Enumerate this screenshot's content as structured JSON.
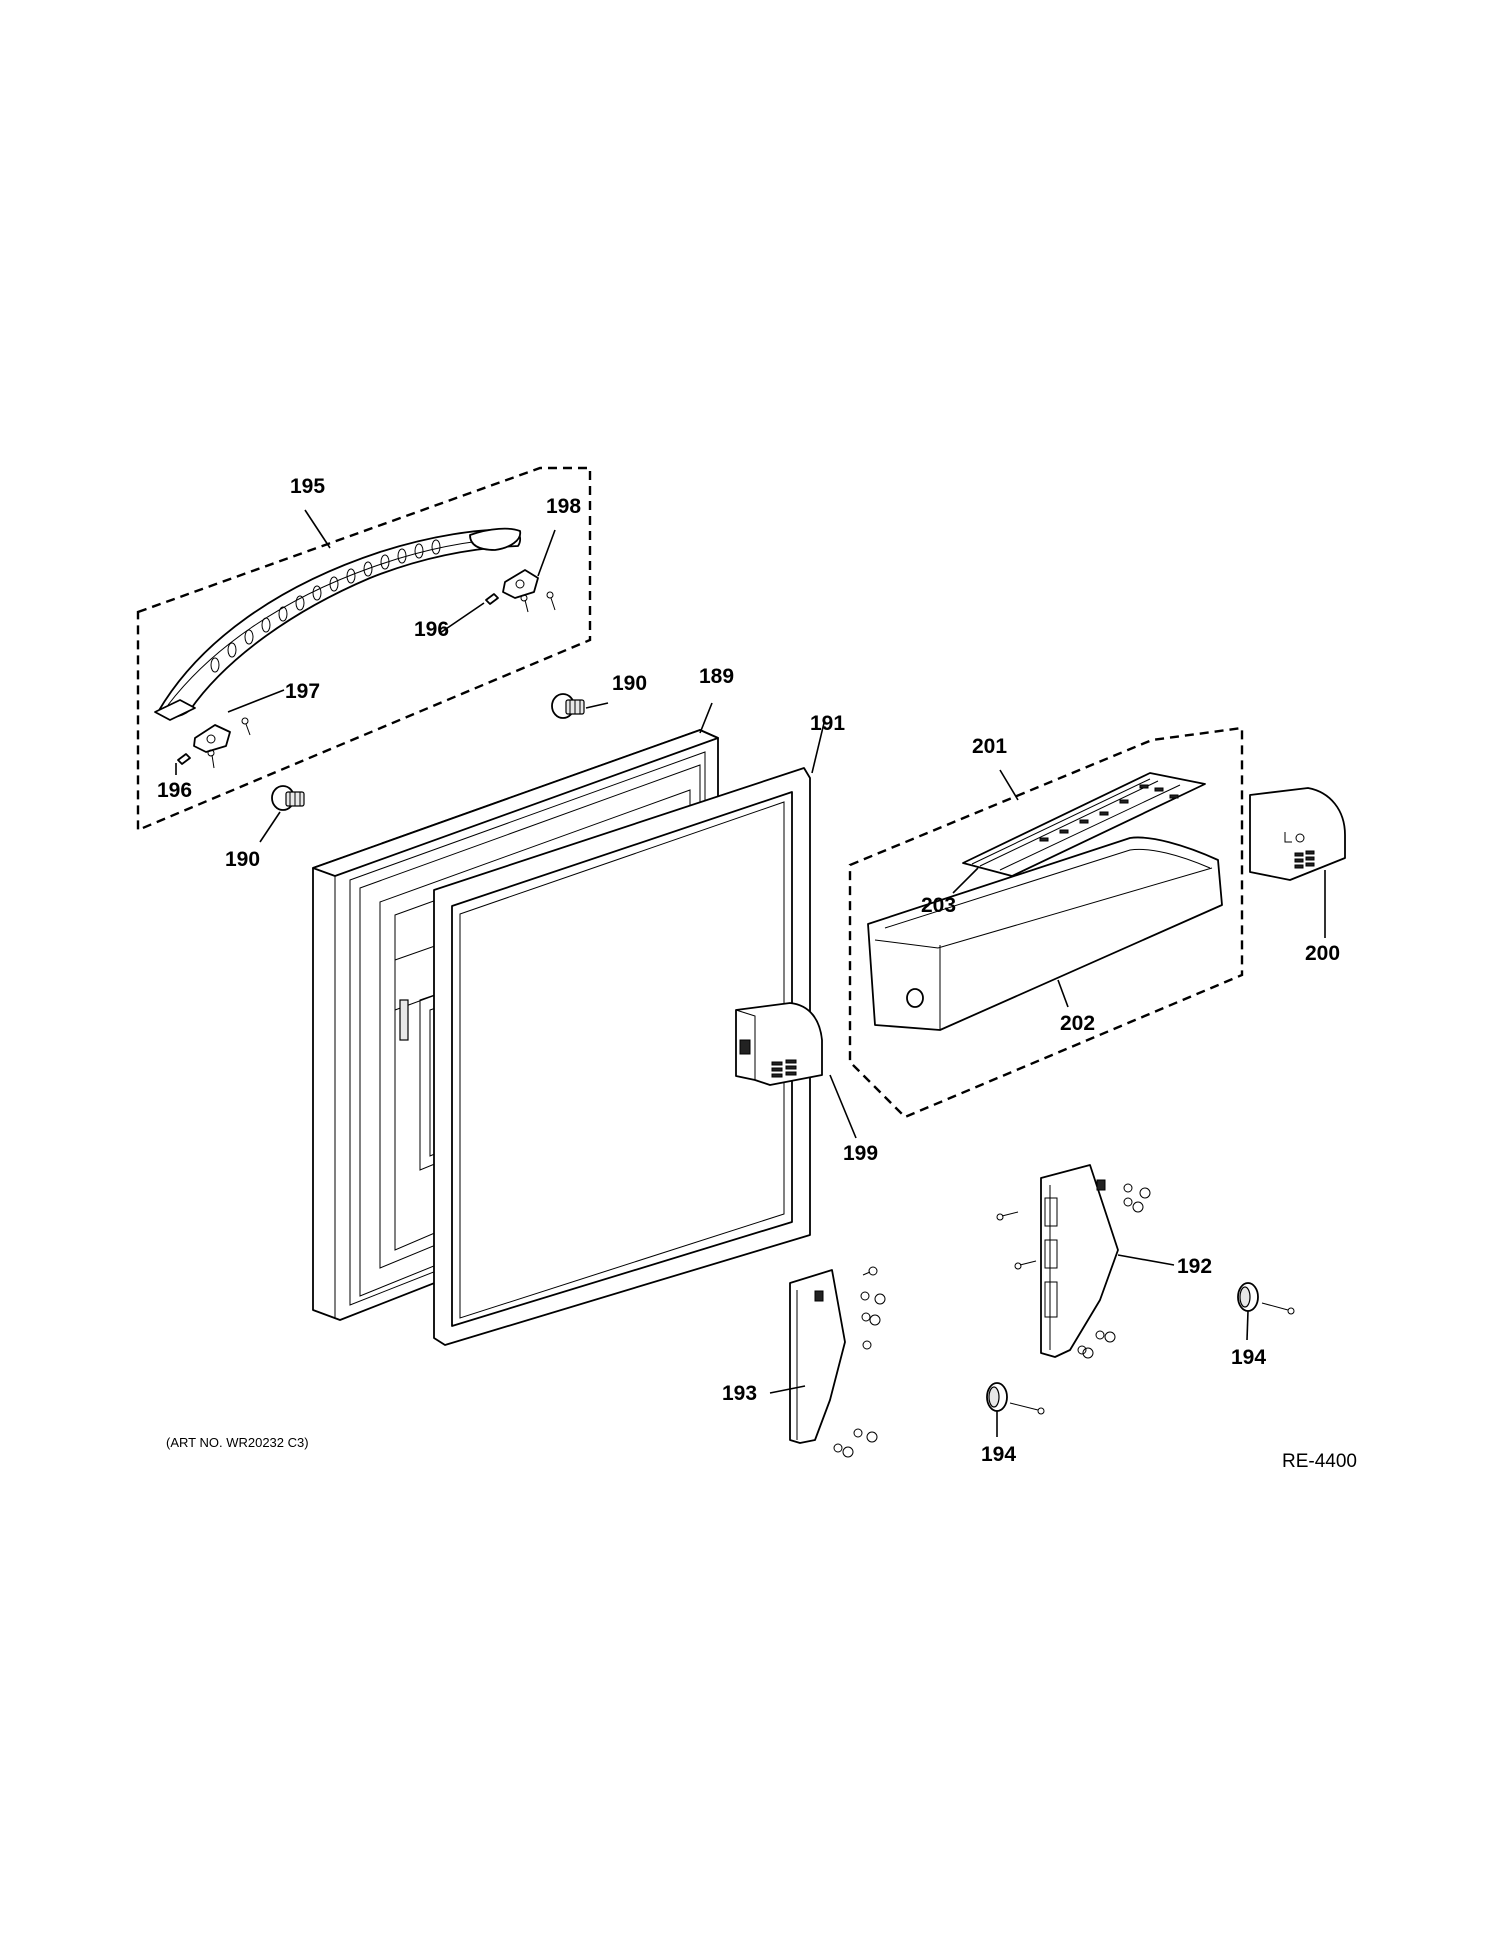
{
  "diagram": {
    "callouts": {
      "c189": "189",
      "c190a": "190",
      "c190b": "190",
      "c191": "191",
      "c192": "192",
      "c193": "193",
      "c194a": "194",
      "c194b": "194",
      "c195": "195",
      "c196a": "196",
      "c196b": "196",
      "c197": "197",
      "c198": "198",
      "c199": "199",
      "c200": "200",
      "c201": "201",
      "c202": "202",
      "c203": "203"
    },
    "art_number": "(ART NO. WR20232 C3)",
    "reference": "RE-4400"
  }
}
